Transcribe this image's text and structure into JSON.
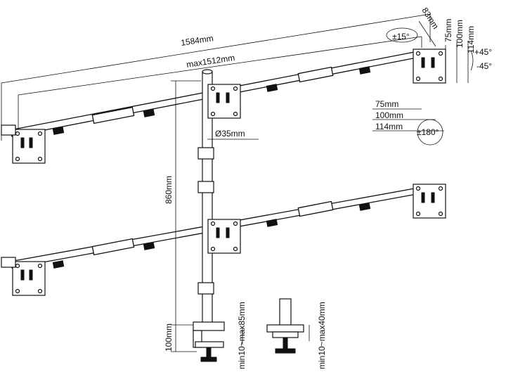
{
  "dimensions": {
    "total_width": "1584mm",
    "max_arm_span": "max1512mm",
    "pole_diameter": "Ø35mm",
    "pole_height": "860mm",
    "clamp_height": "100mm",
    "clamp_range": "min10~max85mm",
    "grommet_range": "min10~max40mm",
    "arm_depth": "83mm",
    "vesa_vertical": [
      "75mm",
      "100mm",
      "114mm"
    ],
    "vesa_horizontal": [
      "75mm",
      "100mm",
      "114mm"
    ]
  },
  "adjustments": {
    "swivel": "±15°",
    "tilt_up": "+45°",
    "tilt_down": "-45°",
    "rotation": "±180°"
  },
  "icons": {
    "rotation_arrows": "circular-arrow-icon",
    "swivel_arrows": "curved-arrow-icon"
  }
}
